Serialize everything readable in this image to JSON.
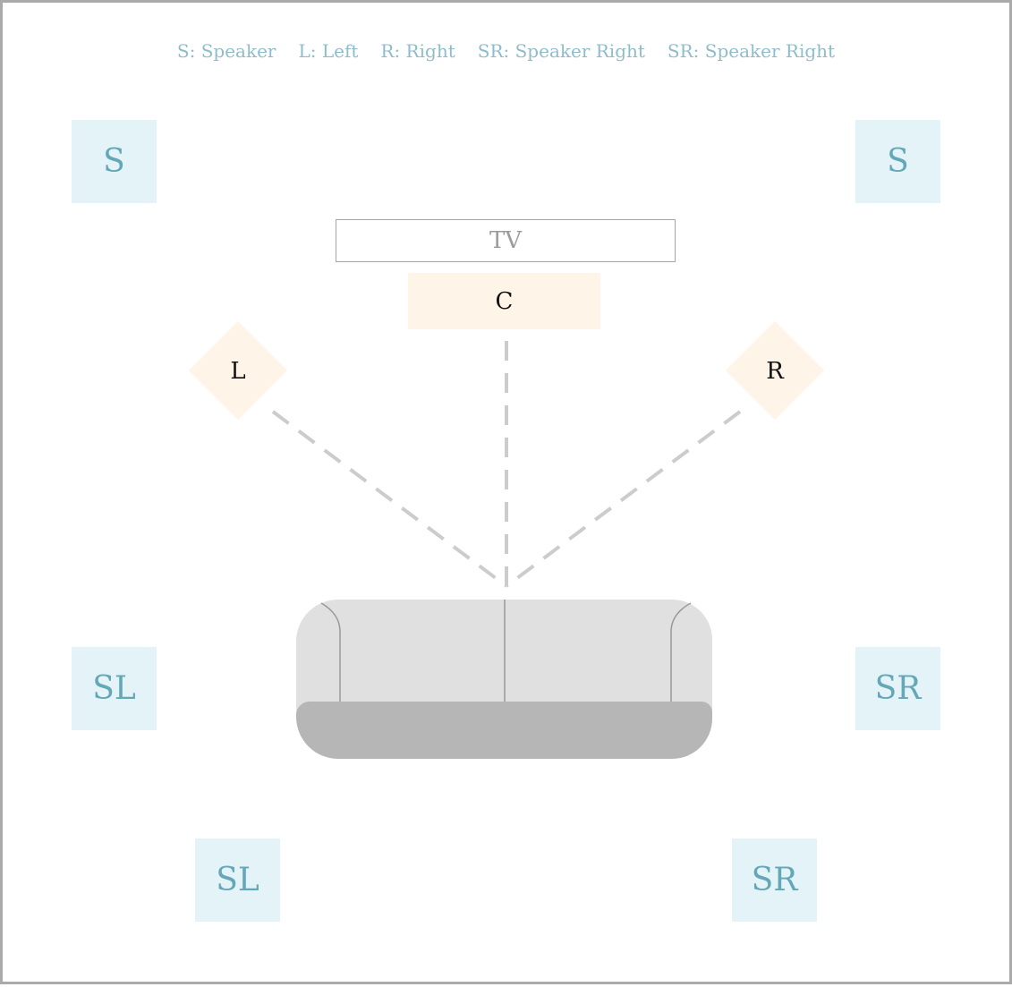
{
  "legend": [
    "S: Speaker",
    "L: Left",
    "R: Right",
    "SR: Speaker Right",
    "SR: Speaker Right"
  ],
  "tv": {
    "label": "TV"
  },
  "speakers": {
    "surround_top_left": {
      "label": "S"
    },
    "surround_top_right": {
      "label": "S"
    },
    "surround_left_front": {
      "label": "SL"
    },
    "surround_right_front": {
      "label": "SR"
    },
    "surround_left_rear": {
      "label": "SL"
    },
    "surround_right_rear": {
      "label": "SR"
    },
    "center": {
      "label": "C"
    },
    "left": {
      "label": "L"
    },
    "right": {
      "label": "R"
    }
  },
  "colors": {
    "frame": "#aaaaaa",
    "legend_text": "#8fbccb",
    "surround_fill": "#e4f3f7",
    "surround_text": "#64a8b8",
    "front_fill": "#fff4e8",
    "tv_border": "#a6a6a6",
    "tv_text": "#9c9c9c",
    "sofa_back": "#e0e0e0",
    "sofa_seat": "#b6b6b6",
    "sofa_lines": "#999999",
    "sound_lines": "#cccccc"
  },
  "icons": {
    "sofa": "sofa-icon"
  }
}
